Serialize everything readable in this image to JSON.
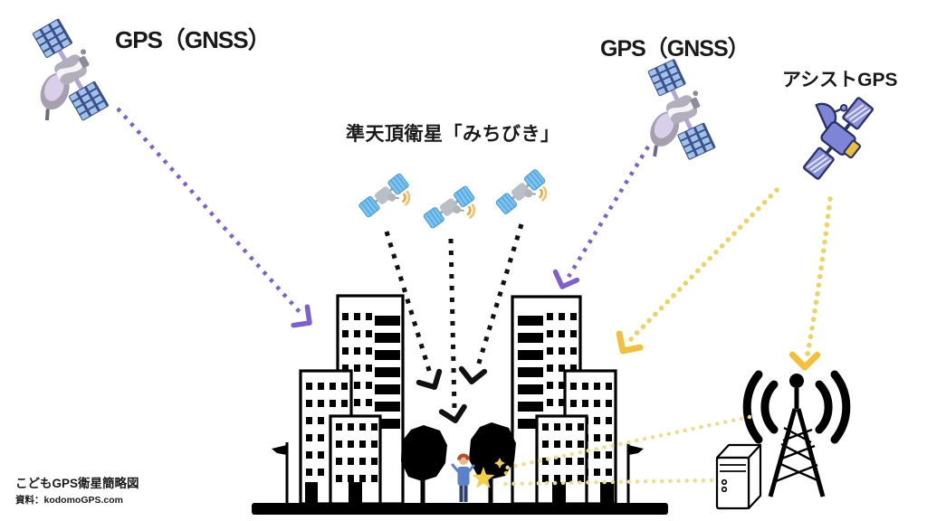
{
  "labels": {
    "gps_left": "GPS（GNSS）",
    "qzss": "準天頂衛星「みちびき」",
    "gps_right": "GPS（GNSS）",
    "assist_gps": "アシストGPS",
    "caption_title": "こどもGPS衛星簡略図",
    "caption_source": "資料：kodomoGPS.com"
  },
  "colors": {
    "canvas_bg": "#ffffff",
    "purple_signal": "#7e5ed0",
    "black_signal": "#111111",
    "yellow_signal": "#eed35e",
    "yellow_signal_pale": "#ecdf90",
    "yellow_arrowhead": "#f4bf3a",
    "yellow_burst": "#f3cf45",
    "ink": "#000000",
    "gps_sat_panel": "#3d4e8c",
    "gps_sat_panel_cell": "#9fc2e8",
    "gps_sat_body": "#b2aebb",
    "gps_sat_dish_inner": "#dacfe8",
    "qzss_panel_blue": "#7cc3f0",
    "qzss_body_gray": "#b9bfc7",
    "qzss_wave_orange": "#f2a43b",
    "assist_fill": "#7f85d6",
    "assist_outline": "#2b3166",
    "assist_cap": "#edbe3d"
  },
  "icons": {
    "gps_satellite_left": "gps-satellite",
    "gps_satellite_right": "gps-satellite",
    "qzss_satellites": [
      "qzss-satellite",
      "qzss-satellite",
      "qzss-satellite"
    ],
    "assist_satellite": "assist-gps-satellite",
    "cell_tower": "cell-tower",
    "ground_server": "server",
    "city_left": "buildings-with-flag",
    "city_right": "buildings-with-flag",
    "trees": [
      "tree",
      "tree"
    ],
    "pedestrian": "person-with-phone",
    "signal_burst": "starburst"
  }
}
